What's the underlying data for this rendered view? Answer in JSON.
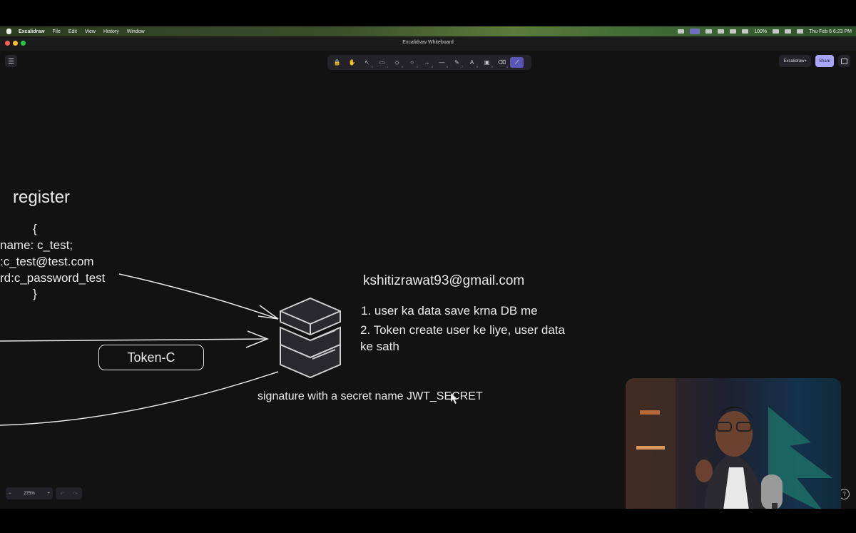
{
  "menubar": {
    "app_name": "Excalidraw",
    "menus": [
      "File",
      "Edit",
      "View",
      "History",
      "Window"
    ],
    "battery": "100%",
    "clock": "Thu Feb 6  6:23 PM"
  },
  "window": {
    "title": "Excalidraw Whiteboard"
  },
  "toolbar": {
    "tools": [
      {
        "icon": "lock-icon",
        "glyph": "🔒",
        "num": ""
      },
      {
        "icon": "hand-icon",
        "glyph": "✋",
        "num": ""
      },
      {
        "icon": "selection-icon",
        "glyph": "↖",
        "num": "1"
      },
      {
        "icon": "rectangle-icon",
        "glyph": "▭",
        "num": "2"
      },
      {
        "icon": "diamond-icon",
        "glyph": "◇",
        "num": "3"
      },
      {
        "icon": "ellipse-icon",
        "glyph": "○",
        "num": "4"
      },
      {
        "icon": "arrow-icon",
        "glyph": "→",
        "num": "5"
      },
      {
        "icon": "line-icon",
        "glyph": "—",
        "num": "6"
      },
      {
        "icon": "pencil-icon",
        "glyph": "✎",
        "num": "7"
      },
      {
        "icon": "text-icon",
        "glyph": "A",
        "num": "8"
      },
      {
        "icon": "image-icon",
        "glyph": "▣",
        "num": "9"
      },
      {
        "icon": "eraser-icon",
        "glyph": "⌫",
        "num": "0"
      },
      {
        "icon": "laser-icon",
        "glyph": "⟋",
        "num": ""
      }
    ]
  },
  "top_right": {
    "library_label": "Excalidraw+",
    "share_label": "Share"
  },
  "zoom": {
    "level": "275%",
    "minus": "−",
    "plus": "+"
  },
  "undo": {
    "undo": "↶",
    "redo": "↷"
  },
  "help": "?",
  "canvas": {
    "register_title": "register",
    "code_lines": [
      "{",
      "name: c_test;",
      ":c_test@test.com",
      "rd:c_password_test",
      "}"
    ],
    "email": "kshitizrawat93@gmail.com",
    "steps": [
      "1. user ka data save krna DB me",
      "2. Token create user ke liye, user data",
      "ke sath"
    ],
    "token_label": "Token-C",
    "signature_text": "signature with a secret name JWT_SECRET"
  },
  "colors": {
    "canvas": "#121212",
    "accent": "#a8a5ff",
    "active_tool": "#5b55b5",
    "stroke": "#e6e6e6"
  }
}
